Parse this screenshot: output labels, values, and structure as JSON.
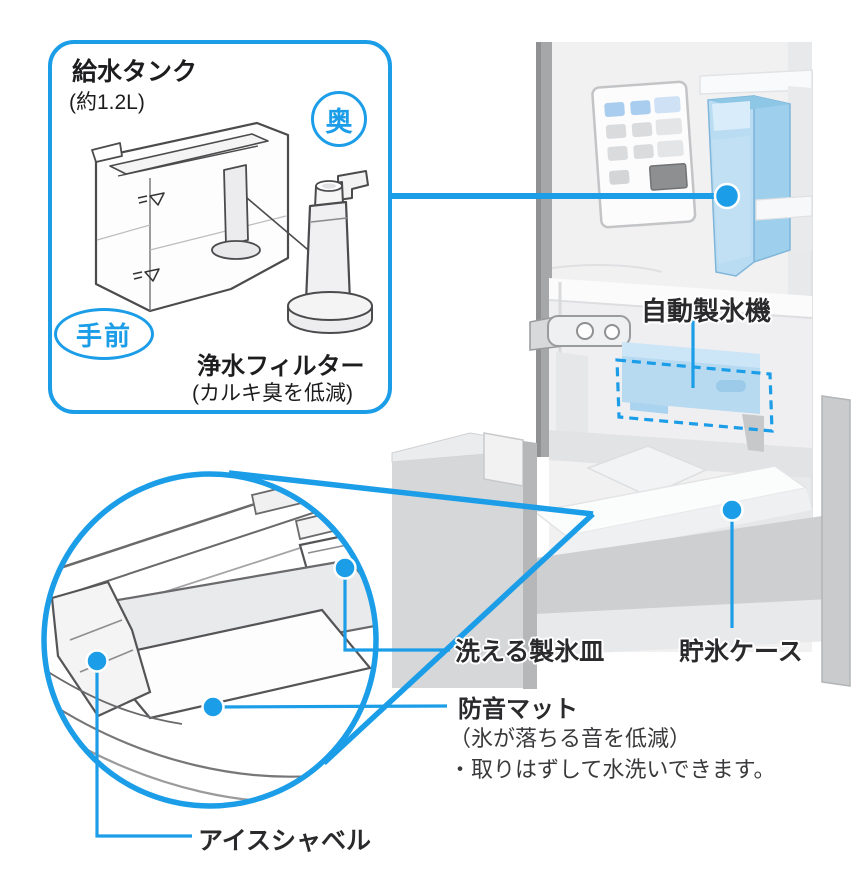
{
  "colors": {
    "accent_blue": "#1b9de8",
    "highlight_fill": "#b7daf1",
    "label_text": "#2a2a2c"
  },
  "callout_box": {
    "title": "給水タンク",
    "capacity": "(約1.2L)",
    "badge_back": "奥",
    "badge_front": "手前",
    "filter_name": "浄水フィルター",
    "filter_note": "(カルキ臭を低減)"
  },
  "fridge_labels": {
    "auto_ice_maker": "自動製氷機",
    "washable_ice_tray": "洗える製氷皿",
    "ice_storage_case": "貯氷ケース",
    "soundproof_mat_title": "防音マット",
    "soundproof_mat_note": "（氷が落ちる音を低減）",
    "soundproof_mat_bullet": "・取りはずして水洗いできます。",
    "ice_shovel": "アイスシャベル"
  }
}
